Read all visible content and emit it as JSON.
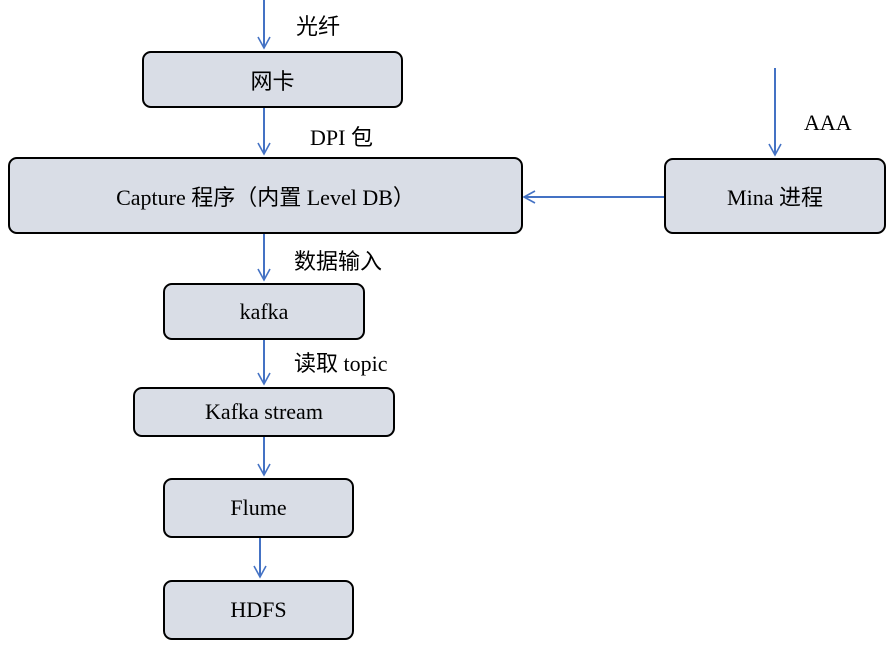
{
  "nodes": {
    "nic": "网卡",
    "capture": "Capture 程序（内置 Level DB）",
    "mina": "Mina 进程",
    "kafka": "kafka",
    "kafka_stream": "Kafka stream",
    "flume": "Flume",
    "hdfs": "HDFS"
  },
  "edge_labels": {
    "fiber": "光纤",
    "dpi": "DPI 包",
    "aaa": "AAA",
    "data_input": "数据输入",
    "read_topic": "读取 topic"
  },
  "colors": {
    "node_fill": "#d9dde6",
    "node_border": "#000000",
    "arrow": "#4472c4"
  }
}
